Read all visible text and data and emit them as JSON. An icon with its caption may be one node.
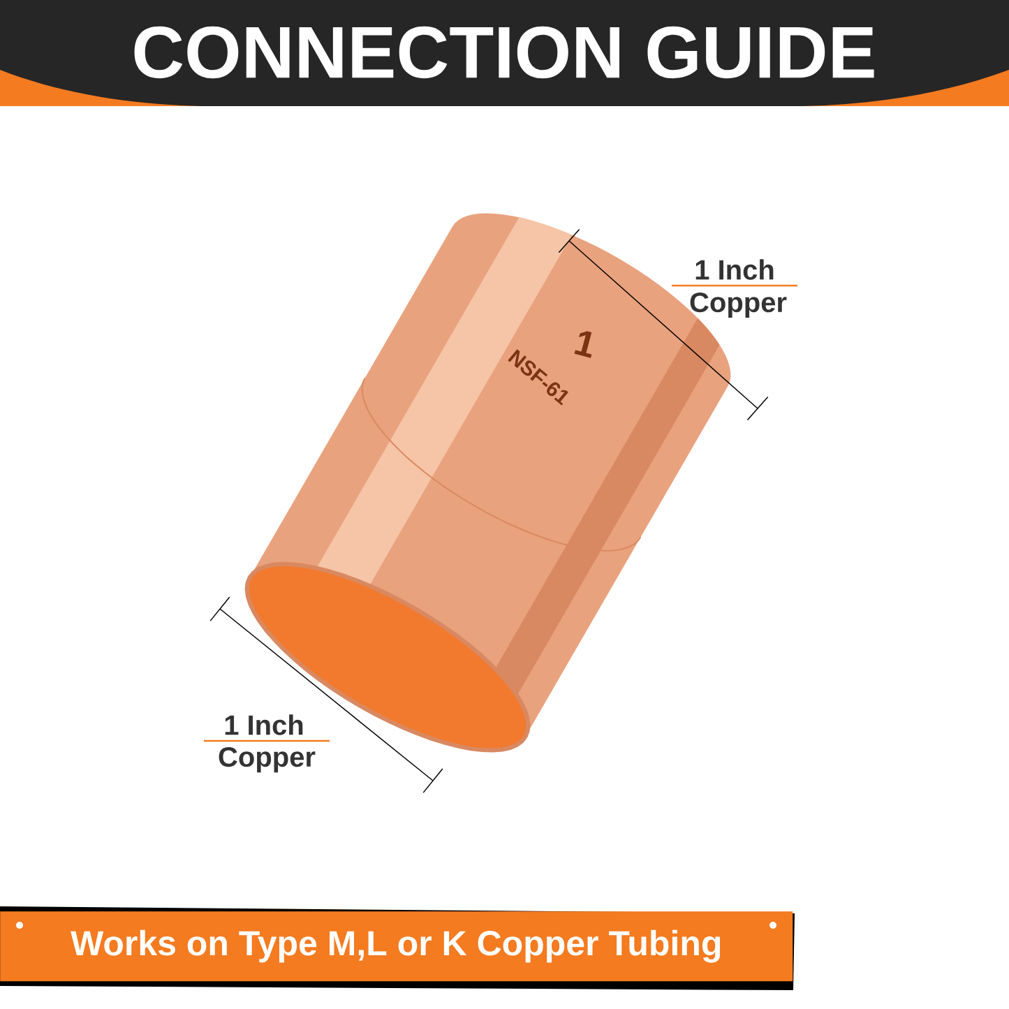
{
  "diagram": {
    "title": "CONNECTION GUIDE",
    "nodes": [
      {
        "text": [
          "Works on Type M,L or K Copper Tubing"
        ]
      }
    ],
    "labels": [
      "1 Inch",
      "Copper",
      "1",
      "NSF-61",
      "1 Inch",
      "Copper"
    ]
  }
}
